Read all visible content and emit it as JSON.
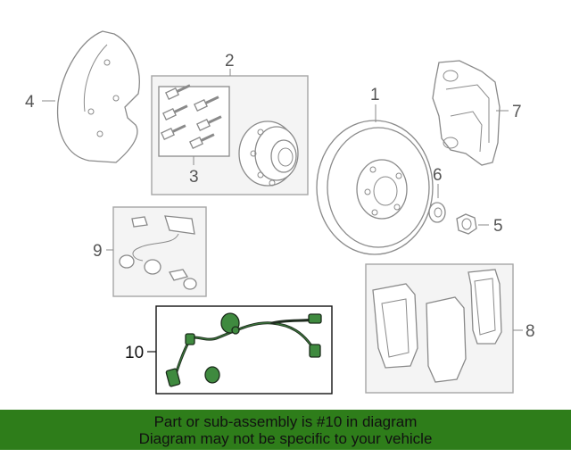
{
  "callouts": {
    "c1": "1",
    "c2": "2",
    "c3": "3",
    "c4": "4",
    "c5": "5",
    "c6": "6",
    "c7": "7",
    "c8": "8",
    "c9": "9",
    "c10": "10"
  },
  "highlighted_part": "10",
  "banner": {
    "line1": "Part or sub-assembly is #10 in diagram",
    "line2": "Diagram may not be specific to your vehicle"
  },
  "colors": {
    "banner_bg": "#2e7d1a",
    "highlight_part": "#3f8a3f",
    "line_art": "#8a8a8a"
  }
}
